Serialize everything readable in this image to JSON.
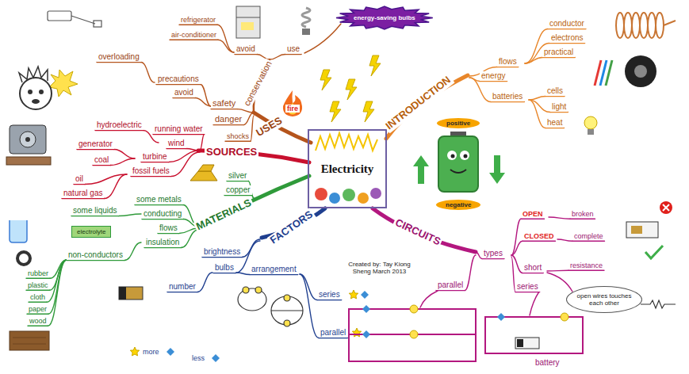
{
  "diagram": {
    "nodes": [
      {
        "text": [
          "Electricity"
        ]
      },
      {
        "text": [
          "energy-saving bulbs"
        ]
      },
      {
        "text": [
          "positive"
        ]
      },
      {
        "text": [
          "negative"
        ]
      },
      {
        "text": [
          "electrolyte"
        ]
      },
      {
        "text": [
          "open wires touches each other"
        ]
      }
    ],
    "labels": [
      "USES",
      "conservation",
      "safety",
      "danger",
      "shocks",
      "avoid",
      "precautions",
      "overloading",
      "fire",
      "avoid",
      "use",
      "refrigerator",
      "air-conditioner",
      "SOURCES",
      "hydroelectric",
      "running water",
      "wind",
      "turbine",
      "generator",
      "coal",
      "fossil fuels",
      "oil",
      "natural gas",
      "MATERIALS",
      "some metals",
      "silver",
      "copper",
      "conducting",
      "flows",
      "insulation",
      "some liquids",
      "non-conductors",
      "rubber",
      "plastic",
      "cloth",
      "paper",
      "wood",
      "FACTORS",
      "brightness",
      "bulbs",
      "arrangement",
      "number",
      "series",
      "parallel",
      "more",
      "less",
      "INTRODUCTION",
      "energy",
      "flows",
      "conductor",
      "electrons",
      "practical",
      "batteries",
      "cells",
      "light",
      "heat",
      "CIRCUITS",
      "types",
      "OPEN",
      "CLOSED",
      "short",
      "series",
      "parallel",
      "broken",
      "complete",
      "resistance",
      "battery",
      "Created by: Tay Kiong Sheng March 2013"
    ]
  }
}
